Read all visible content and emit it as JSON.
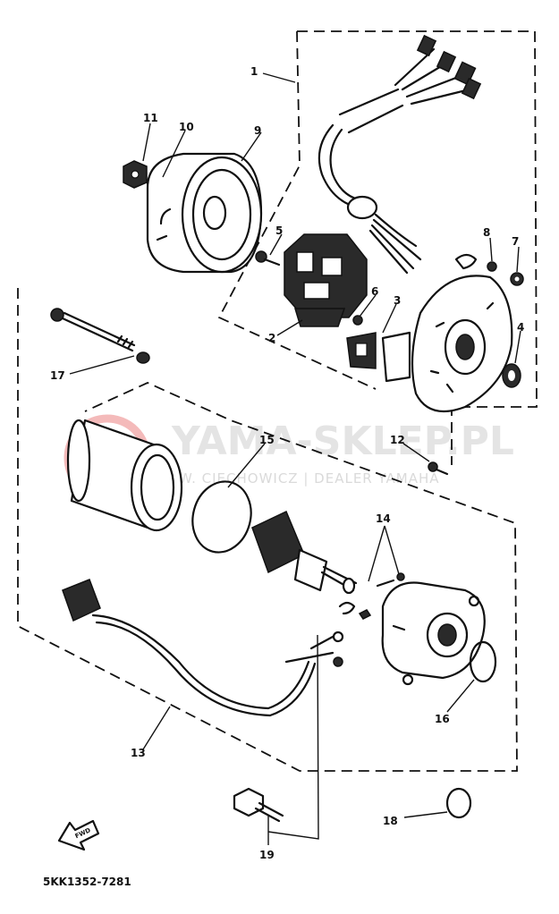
{
  "parts": [
    {
      "number": "1"
    },
    {
      "number": "2"
    },
    {
      "number": "3"
    },
    {
      "number": "4"
    },
    {
      "number": "5"
    },
    {
      "number": "6"
    },
    {
      "number": "7"
    },
    {
      "number": "8"
    },
    {
      "number": "9"
    },
    {
      "number": "10"
    },
    {
      "number": "11"
    },
    {
      "number": "12"
    },
    {
      "number": "13"
    },
    {
      "number": "14"
    },
    {
      "number": "15"
    },
    {
      "number": "16"
    },
    {
      "number": "17"
    },
    {
      "number": "18"
    },
    {
      "number": "19"
    }
  ],
  "diagram_code": "5KK1352-7281",
  "front_marker": "FWD",
  "watermark": {
    "title": "YAMA-SKLEP.PL",
    "subtitle": "W. CIECHOWICZ | DEALER YAMAHA",
    "logo_color": "#f3b3b3"
  }
}
